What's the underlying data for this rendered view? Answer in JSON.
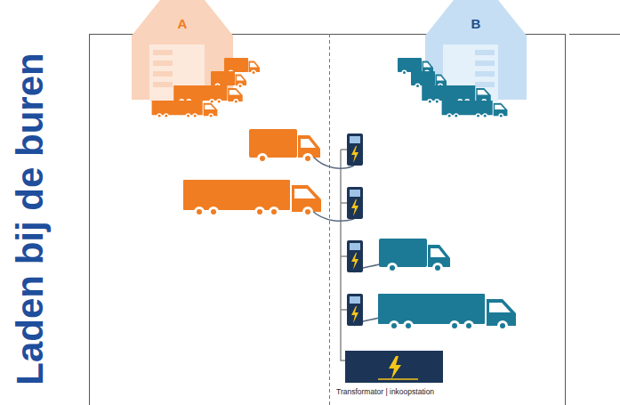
{
  "diagram": {
    "title": "Laden bij de buren",
    "nodes": [
      {
        "text": [
          "A"
        ]
      },
      {
        "text": [
          "B"
        ]
      },
      {
        "text": [
          "Transformator | inkoopstation"
        ]
      }
    ]
  }
}
